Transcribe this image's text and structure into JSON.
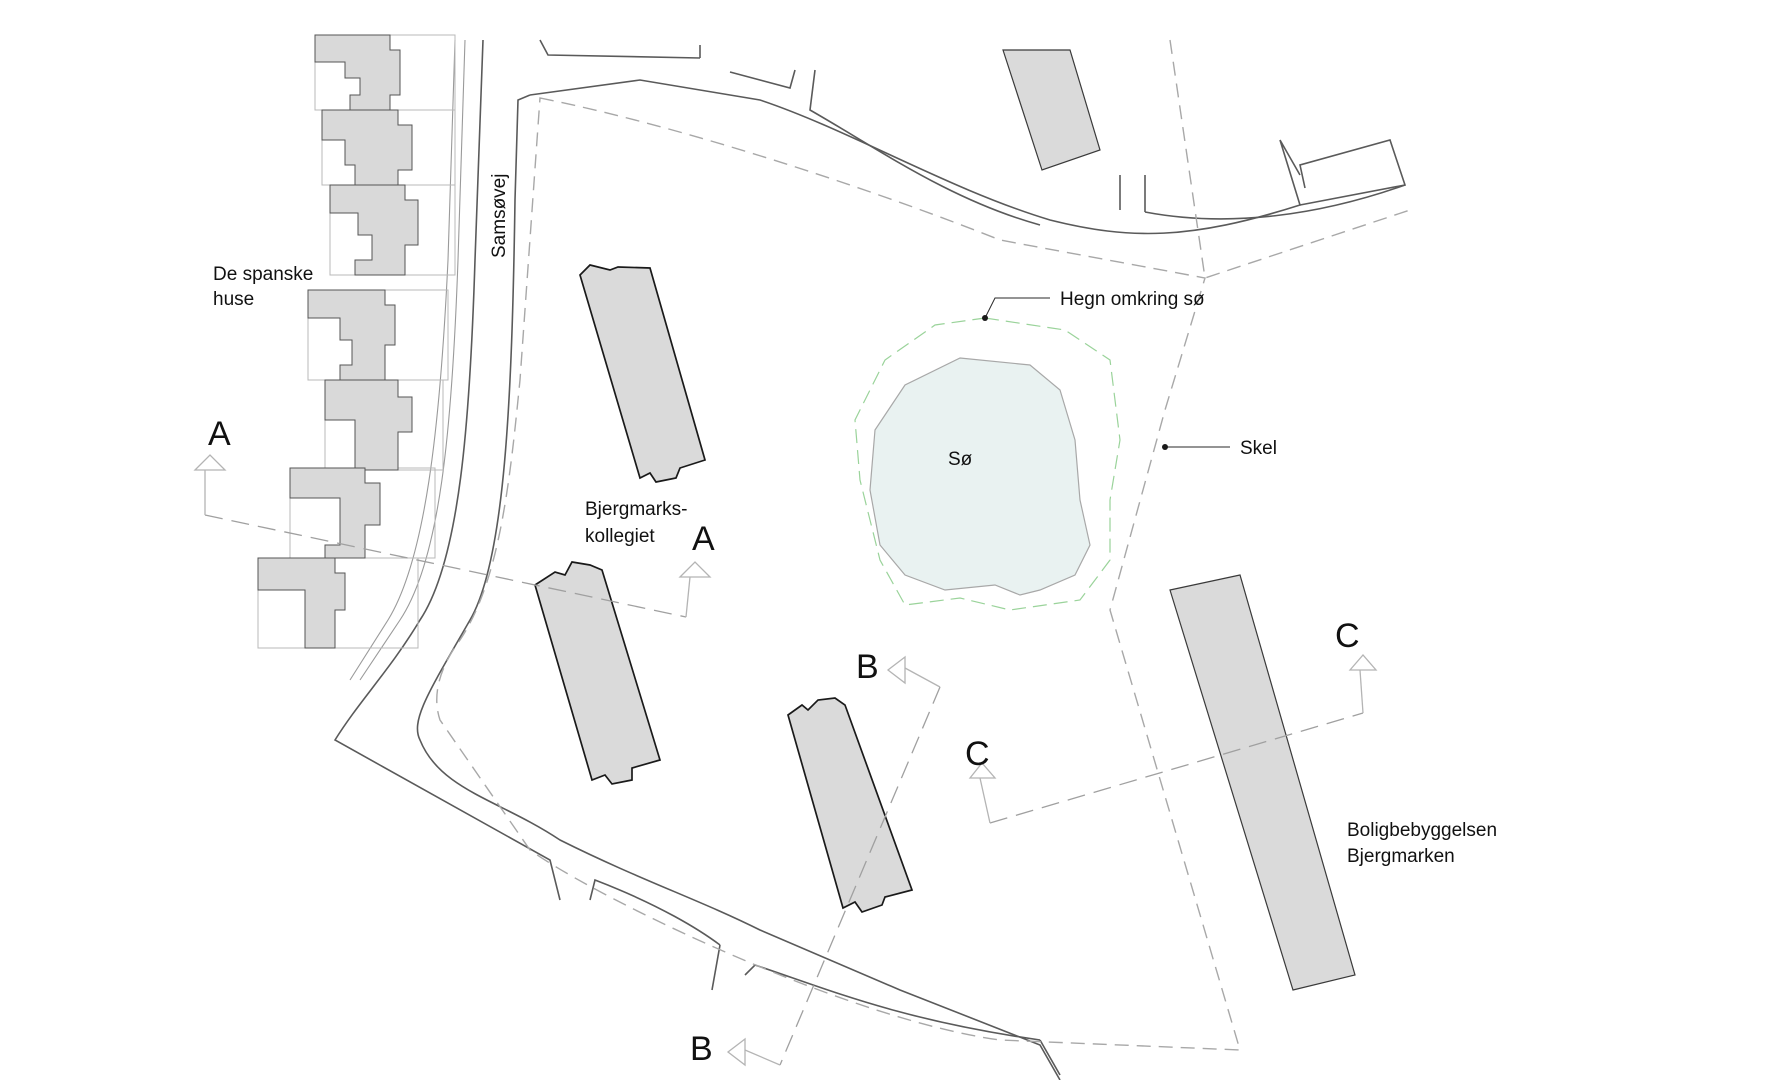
{
  "labels": {
    "spanish_houses_line1": "De spanske",
    "spanish_houses_line2": "huse",
    "street": "Samsøvej",
    "dorm_line1": "Bjergmarks-",
    "dorm_line2": "kollegiet",
    "fence": "Hegn omkring sø",
    "lake": "Sø",
    "boundary": "Skel",
    "housing_line1": "Boligbebyggelsen",
    "housing_line2": "Bjergmarken"
  },
  "sections": {
    "a_left": "A",
    "a_right": "A",
    "b_top": "B",
    "b_bottom": "B",
    "c_left": "C",
    "c_right": "C"
  },
  "colors": {
    "building_fill": "#dadada",
    "lake_fill": "#e9f2f1",
    "fence_line": "#9ad39a",
    "boundary_line": "#a8a8a8"
  }
}
